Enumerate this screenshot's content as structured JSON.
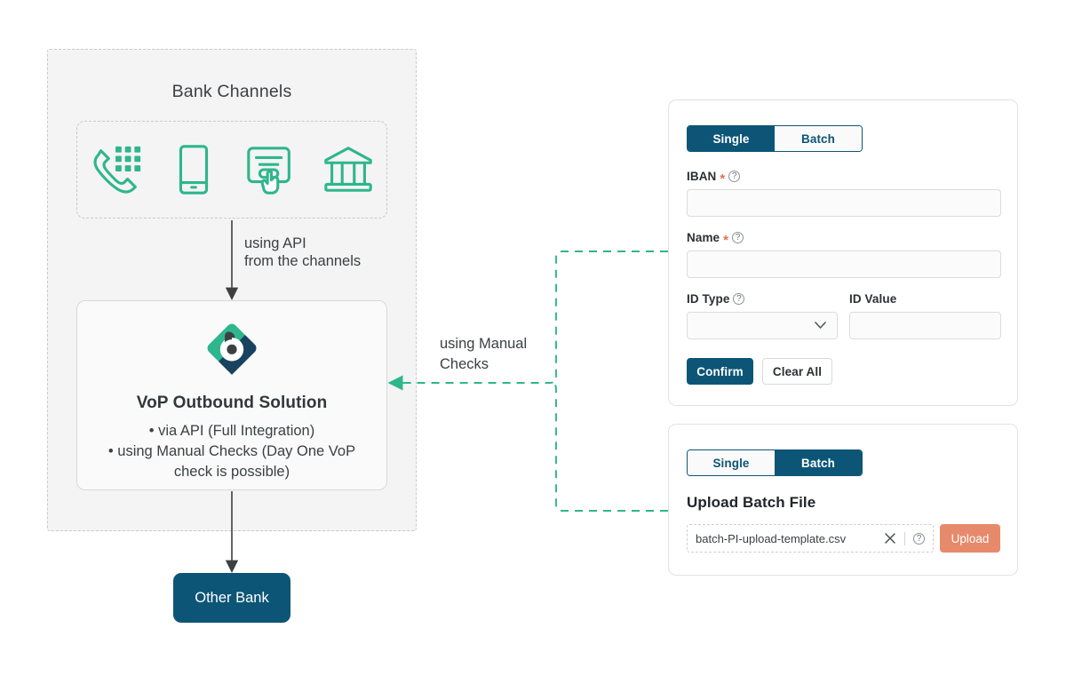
{
  "theme": {
    "teal": "#2eb68c",
    "navy": "#0d5576",
    "coral": "#e68a6b",
    "panel_bg": "#f4f4f4",
    "text": "#3c4043",
    "dashed_grey": "#c9c9c9"
  },
  "diagram": {
    "bank_channels_title": "Bank Channels",
    "channel_icons": [
      {
        "name": "phone-keypad-icon"
      },
      {
        "name": "mobile-phone-icon"
      },
      {
        "name": "online-form-touch-icon"
      },
      {
        "name": "bank-building-icon"
      }
    ],
    "api_flow_label": "using API\nfrom the channels",
    "manual_flow_label": "using Manual\nChecks",
    "vop": {
      "logo_name": "vop-brand-logo",
      "title": "VoP Outbound Solution",
      "bullets": [
        "• via API (Full Integration)",
        "• using Manual Checks (Day One VoP",
        "check is possible)"
      ]
    },
    "other_bank_label": "Other Bank"
  },
  "single_panel": {
    "tabs": [
      {
        "label": "Single",
        "active": true
      },
      {
        "label": "Batch",
        "active": false
      }
    ],
    "fields": {
      "iban": {
        "label": "IBAN",
        "required": true,
        "has_help": true,
        "value": "",
        "placeholder": ""
      },
      "name": {
        "label": "Name",
        "required": true,
        "has_help": true,
        "value": "",
        "placeholder": ""
      },
      "id_type": {
        "label": "ID Type",
        "required": false,
        "has_help": true,
        "value": "",
        "placeholder": "",
        "options": []
      },
      "id_value": {
        "label": "ID Value",
        "required": false,
        "has_help": false,
        "value": "",
        "placeholder": ""
      }
    },
    "buttons": {
      "confirm": "Confirm",
      "clear_all": "Clear All"
    }
  },
  "batch_panel": {
    "tabs": [
      {
        "label": "Single",
        "active": false
      },
      {
        "label": "Batch",
        "active": true
      }
    ],
    "upload_title": "Upload Batch File",
    "file_name": "batch-PI-upload-template.csv",
    "upload_button": "Upload"
  }
}
